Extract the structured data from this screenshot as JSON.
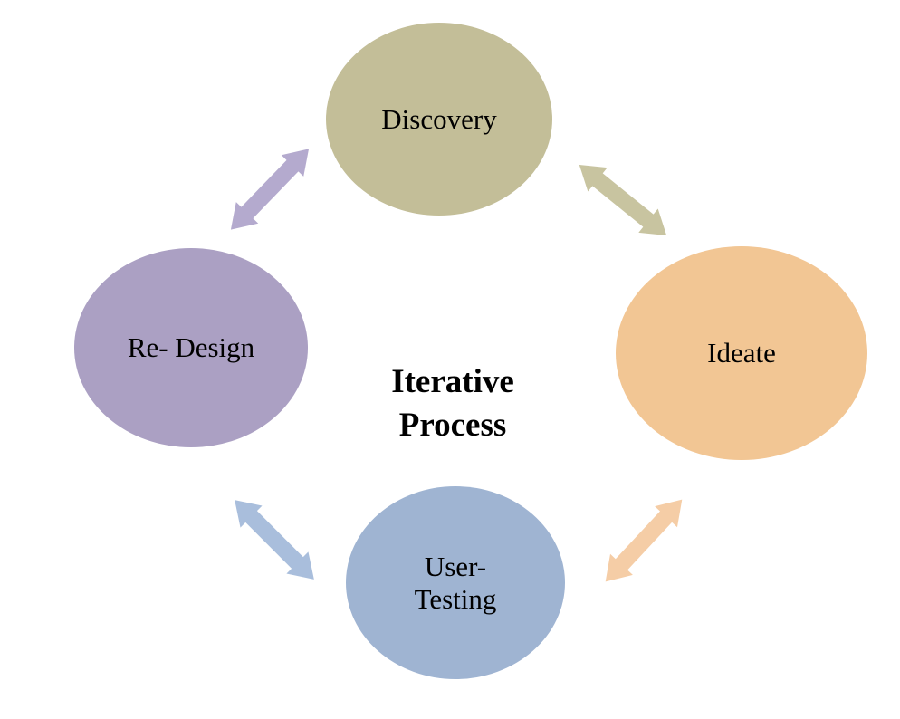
{
  "diagram": {
    "title_lines": [
      "Iterative",
      "Process"
    ],
    "background_color": "#FFFFFF",
    "text_color": "#000000",
    "nodes": {
      "discovery": {
        "label": "Discovery",
        "fill": "#C3BE98"
      },
      "ideate": {
        "label": "Ideate",
        "fill": "#F2C694"
      },
      "user_testing": {
        "label_lines": [
          "User-",
          "Testing"
        ],
        "fill": "#9FB4D2"
      },
      "redesign": {
        "label": "Re- Design",
        "fill": "#ABA0C3"
      }
    },
    "arrows": {
      "redesign_discovery": {
        "fill": "#B4AACE",
        "connects": [
          "Re- Design",
          "Discovery"
        ]
      },
      "discovery_ideate": {
        "fill": "#C8C4A0",
        "connects": [
          "Discovery",
          "Ideate"
        ]
      },
      "ideate_user_testing": {
        "fill": "#F5CDA6",
        "connects": [
          "Ideate",
          "User- Testing"
        ]
      },
      "user_testing_redesign": {
        "fill": "#A9BEDC",
        "connects": [
          "User- Testing",
          "Re- Design"
        ]
      }
    }
  }
}
